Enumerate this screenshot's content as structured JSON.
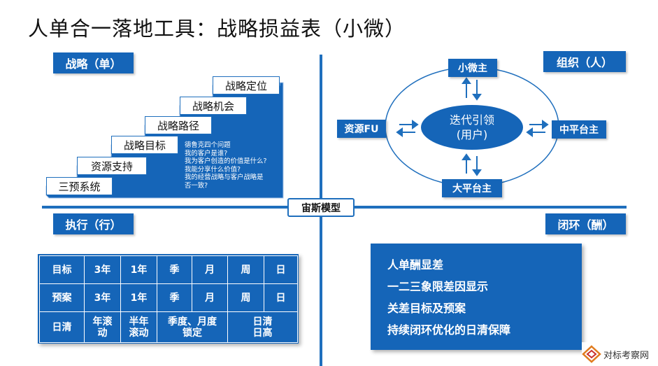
{
  "title": "人单合一落地工具：战略损益表（小微）",
  "quadrants": {
    "strategy": "战略（单）",
    "organization": "组织（人）",
    "execution": "执行（行）",
    "closed_loop": "闭环（酬）"
  },
  "model_label": "宙斯模型",
  "steps": [
    "三预系统",
    "资源支持",
    "战略目标",
    "战略路径",
    "战略机会",
    "战略定位"
  ],
  "drucker": [
    "德鲁克四个问题",
    "我的客户是谁?",
    "我为客户创造的价值是什么?",
    "我能分享什么价值?",
    "我的经营战略与客户战略是",
    "否一致?"
  ],
  "org": {
    "top": "小微主",
    "left": "资源FU",
    "right": "中平台主",
    "bottom": "大平台主",
    "center_line1": "迭代引领",
    "center_line2": "(用户)"
  },
  "table": {
    "rows": [
      [
        "目标",
        "3年",
        "1年",
        "季",
        "月",
        "周",
        "日"
      ],
      [
        "预案",
        "3年",
        "1年",
        "季",
        "月",
        "周",
        "日"
      ]
    ],
    "last_row": {
      "label": "日清",
      "c1": "年滚动",
      "c1a": "年滚",
      "c1b": "动",
      "c2a": "半年",
      "c2b": "滚动",
      "c3a": "季度、月度",
      "c3b": "锁定",
      "c4a": "日清",
      "c4b": "日高"
    }
  },
  "loop_items": [
    "人单酬显差",
    "一二三象限差因显示",
    "关差目标及预案",
    "持续闭环优化的日清保障"
  ],
  "watermark": "对标考察网",
  "colors": {
    "primary": "#1565b8",
    "line": "#1f6fbd"
  }
}
